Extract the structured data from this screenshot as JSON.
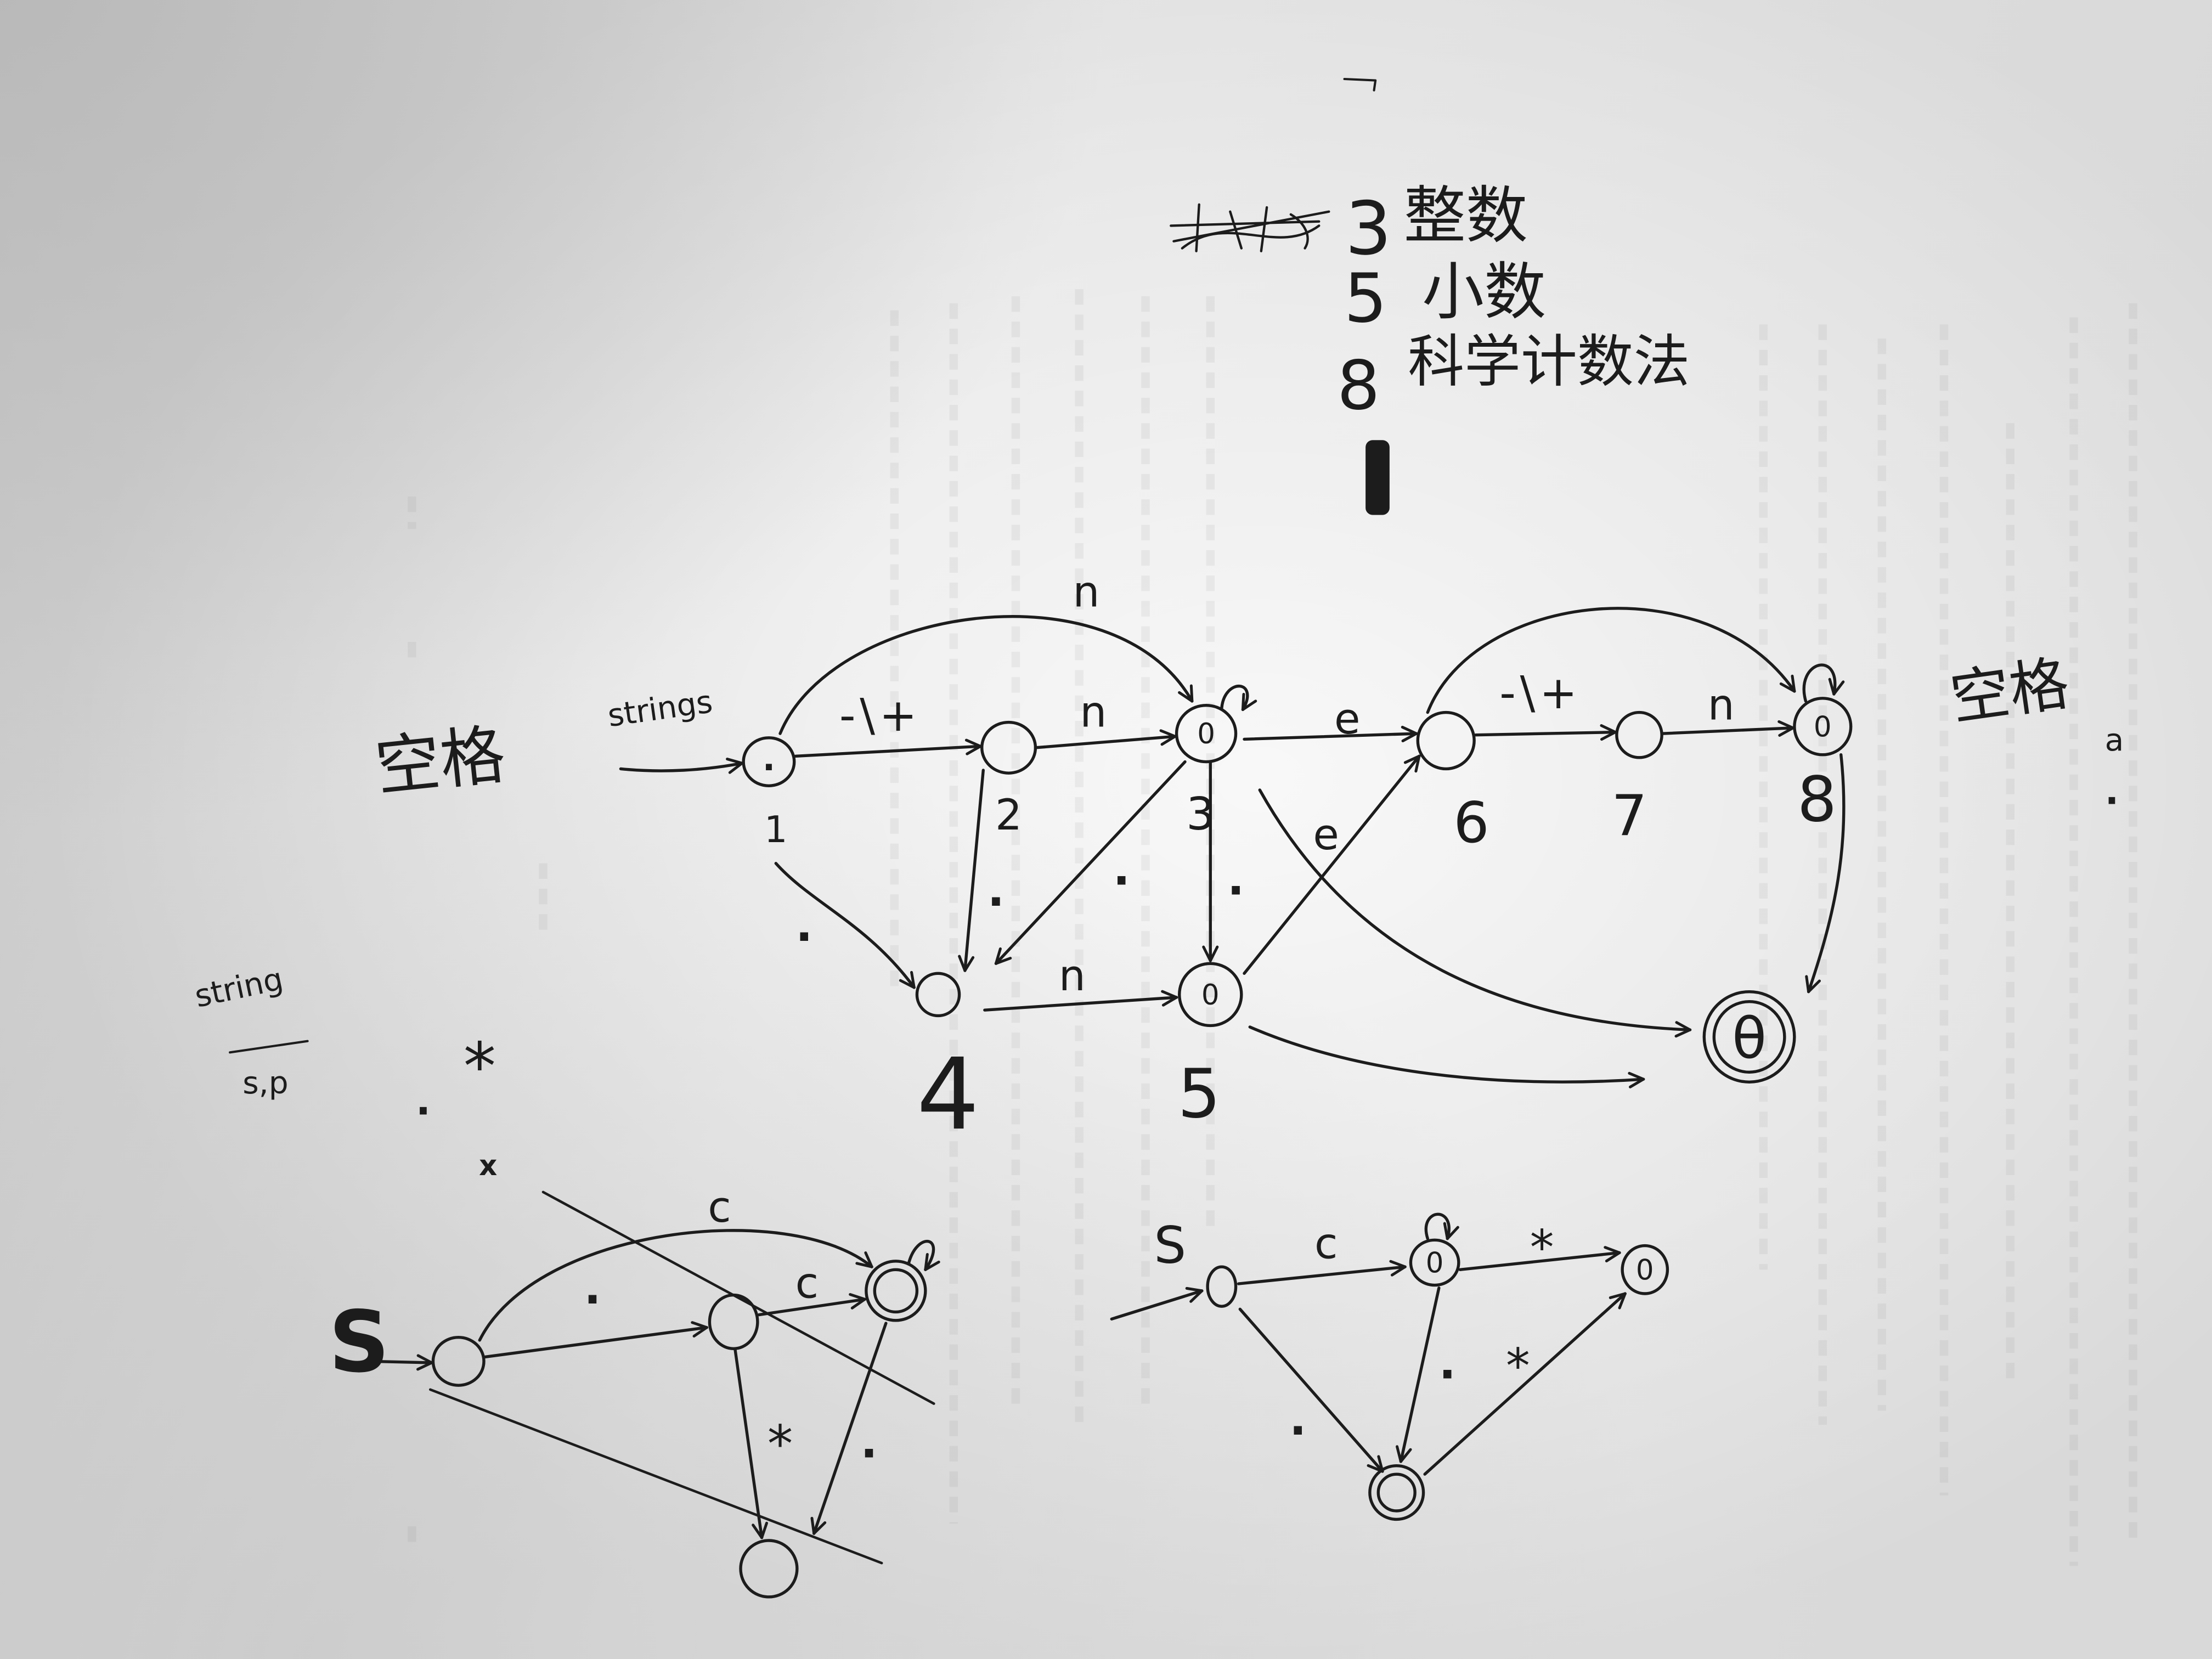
{
  "colors": {
    "ink": "#1c1c1c"
  },
  "legend": [
    {
      "number": "3",
      "meaning": "整数"
    },
    {
      "number": "5",
      "meaning": "小数"
    },
    {
      "number": "8",
      "meaning": "科学计数法"
    }
  ],
  "number_automaton": {
    "left_note": "空格",
    "right_note": "空格",
    "right_note_extra": "a",
    "right_note_dot": ".",
    "start_label": "strings",
    "states": [
      {
        "number": "1",
        "inner": "."
      },
      {
        "number": "2"
      },
      {
        "number": "3",
        "inner": "0"
      },
      {
        "number": "4"
      },
      {
        "number": "5",
        "inner": "0"
      },
      {
        "number": "6"
      },
      {
        "number": "7"
      },
      {
        "number": "8",
        "inner": "0"
      }
    ],
    "final_state_inner": "θ",
    "edges": {
      "s1_s2": "-\\+",
      "s1_s3": "n",
      "s2_s3": "n",
      "s1_s4": ".",
      "s2_s4": ".",
      "s3_s4": ".",
      "s3_s5": ".",
      "s4_s5": "n",
      "s3_s6": "e",
      "s5_s6": "e",
      "s6_s7": "-\\+",
      "s7_s8": "n"
    }
  },
  "side_notes": {
    "string_label": "string",
    "string_sub": "s,p",
    "star": "*",
    "dot": ".",
    "mark": "x"
  },
  "comment_draft_automaton": {
    "start": "S",
    "edges": {
      "start_to_accept": "c",
      "start_to_mid": ".",
      "mid_to_accept": "c",
      "mid_to_bottom": "*",
      "accept_to_bottom": "."
    }
  },
  "comment_automaton": {
    "start": "S",
    "state_a_inner": "0",
    "state_b_inner": "0",
    "edges": {
      "s_to_a": "c",
      "a_to_b": "*",
      "s_to_d": ".",
      "a_to_d": ".",
      "d_to_b": "*"
    }
  }
}
